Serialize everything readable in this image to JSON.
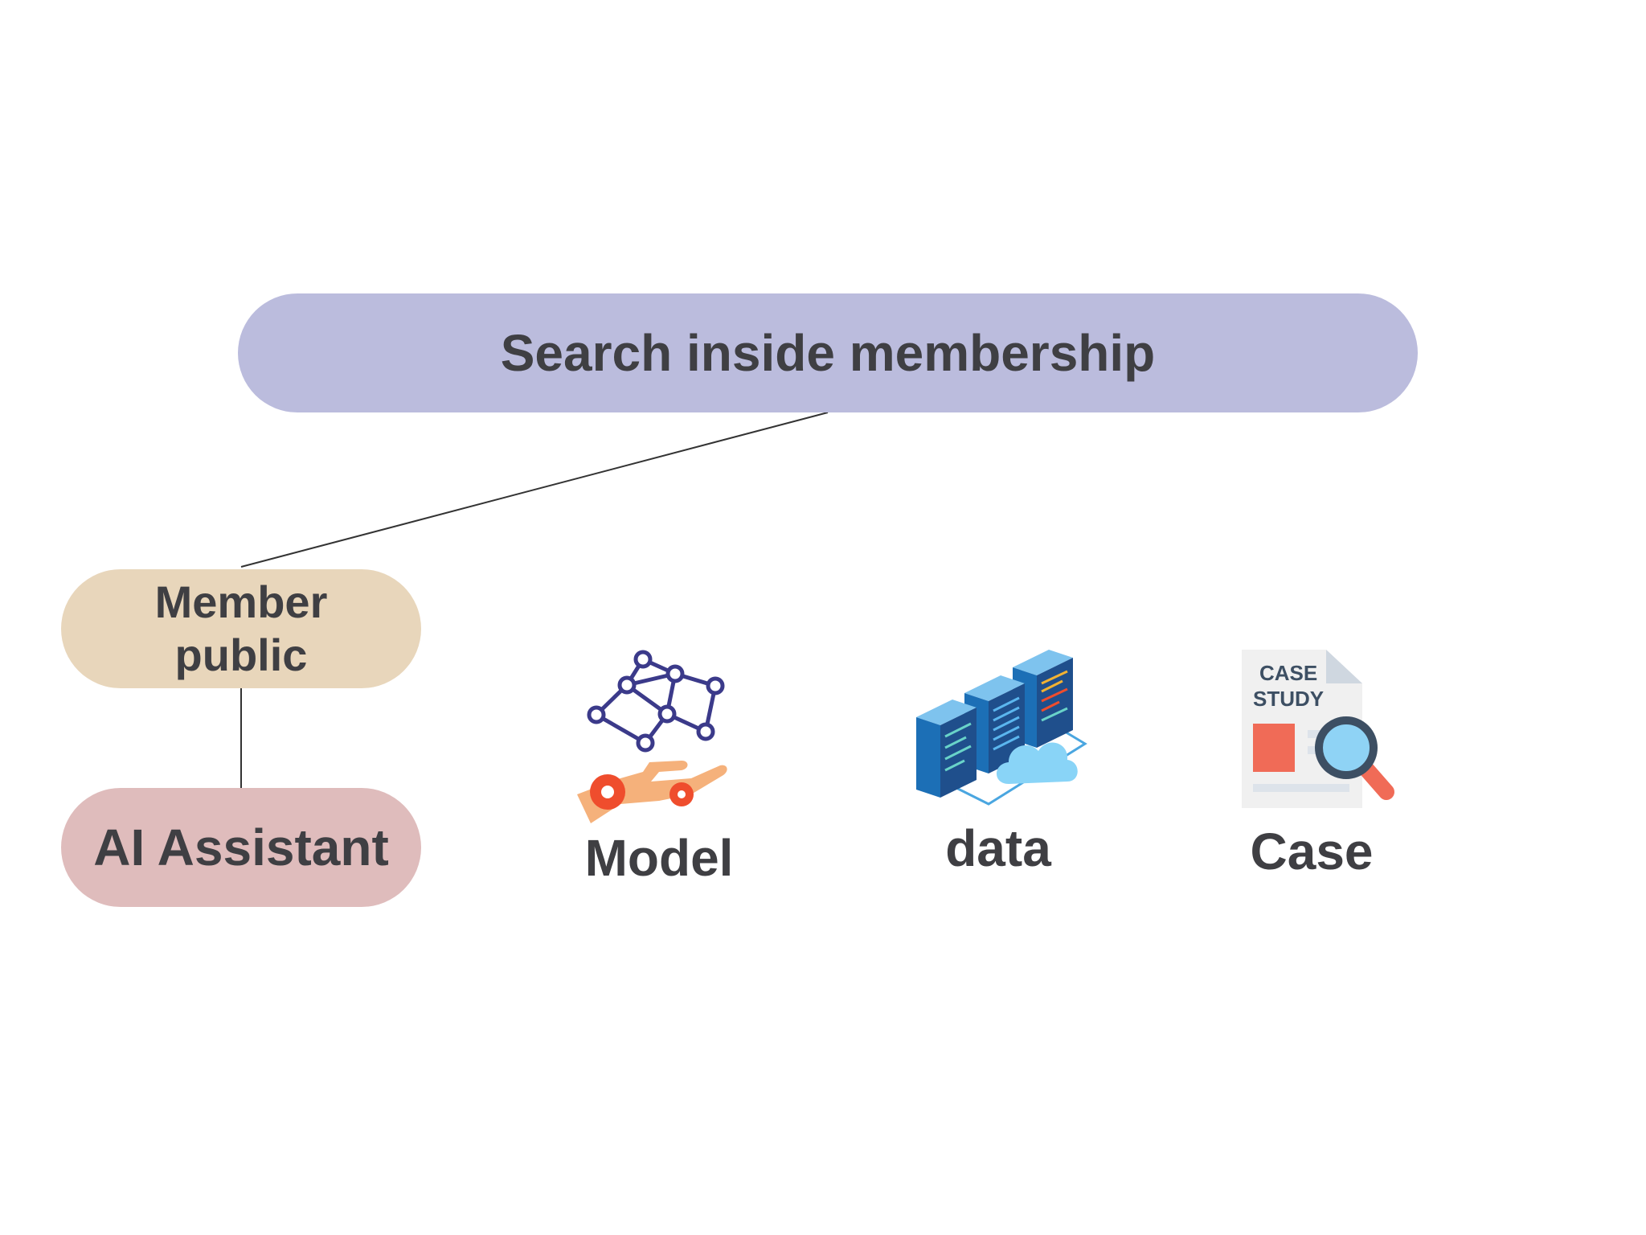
{
  "diagram": {
    "root": {
      "label": "Search inside membership",
      "color": "#bbbcdd"
    },
    "member": {
      "line1": "Member",
      "line2": "public",
      "color": "#e8d6bb"
    },
    "assistant": {
      "label": "AI Assistant",
      "color": "#dfbcbc"
    },
    "items": [
      {
        "label": "Model",
        "icon": "neural-network-hand-icon"
      },
      {
        "label": "data",
        "icon": "server-cloud-icon"
      },
      {
        "label": "Case",
        "icon": "case-study-document-icon",
        "icon_text": [
          "CASE",
          "STUDY"
        ]
      }
    ]
  }
}
